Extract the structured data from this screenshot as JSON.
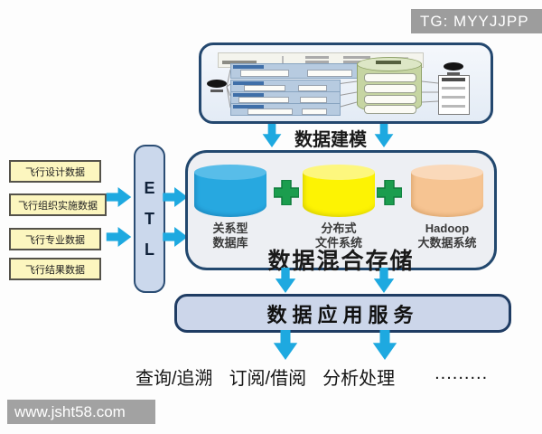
{
  "watermarks": {
    "top_right": "TG: MYYJJPP",
    "bottom_left": "www.jsht58.com"
  },
  "modeling": {
    "label": "数据建模"
  },
  "sources": {
    "items": [
      "飞行设计数据",
      "飞行组织实施数据",
      "飞行专业数据",
      "飞行结果数据"
    ]
  },
  "etl": {
    "label": "ETL",
    "letters": [
      "E",
      "T",
      "L"
    ]
  },
  "storage": {
    "title": "数据混合存储",
    "systems": [
      {
        "line1": "关系型",
        "line2": "数据库",
        "color": "#27a8e0"
      },
      {
        "line1": "分布式",
        "line2": "文件系统",
        "color": "#fdf303"
      },
      {
        "line1": "Hadoop",
        "line2": "大数据系统",
        "color": "#f6c492"
      }
    ]
  },
  "app_service": {
    "label": "数据应用服务"
  },
  "outputs": {
    "items": [
      "查询/追溯",
      "订阅/借阅",
      "分析处理",
      "........."
    ]
  },
  "top_screenshot": {
    "left_icon": "user-silhouette-icon",
    "right_icon": "user-silhouette-icon",
    "center_icon": "database-cylinder-icon"
  },
  "colors": {
    "arrow_blue": "#1ea9e0",
    "plus_green": "#1b9d4e",
    "box_border_navy": "#22486e",
    "source_yellow": "#fcf6bf",
    "panel_fill": "#ccd6ea"
  }
}
